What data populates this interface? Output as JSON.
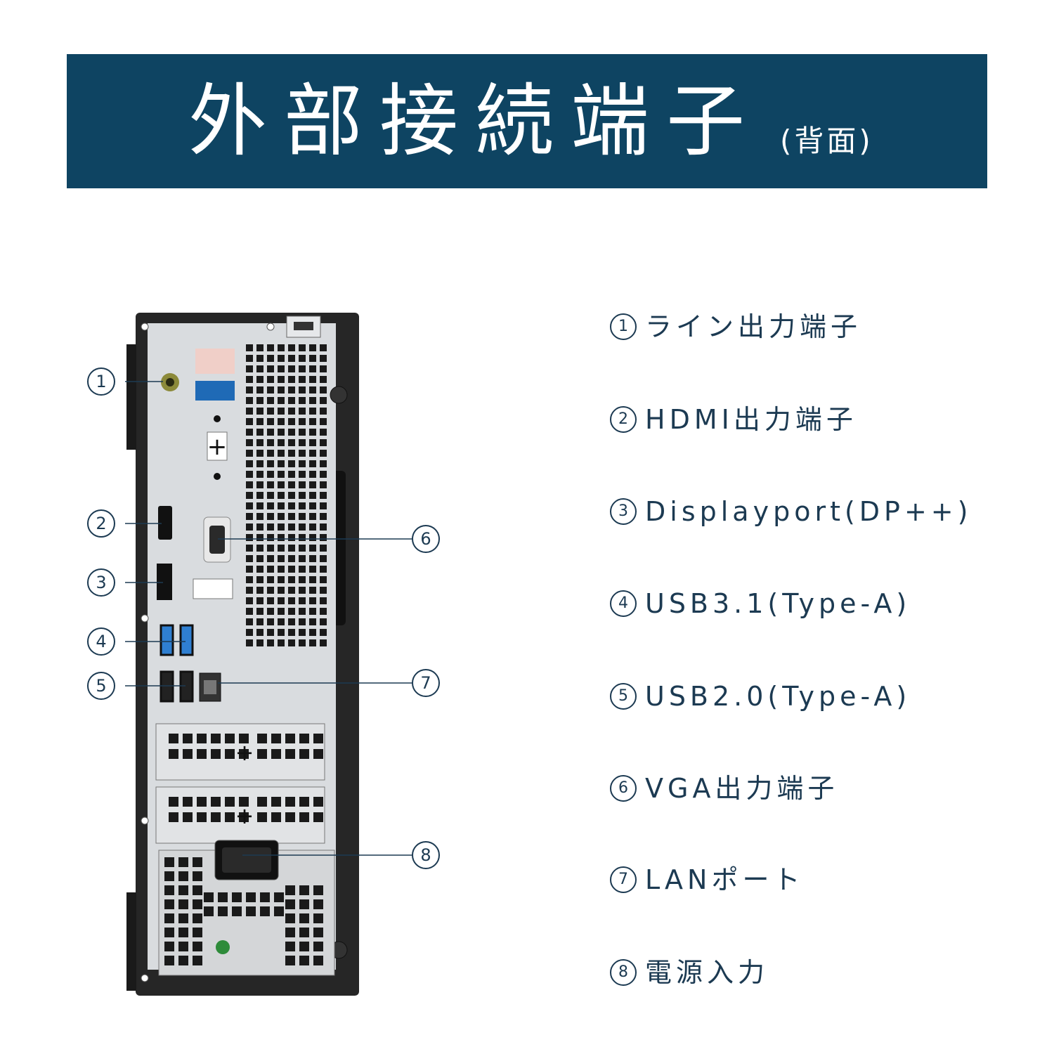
{
  "header": {
    "title": "外部接続端子",
    "subtitle": "(背面)"
  },
  "callouts": [
    "1",
    "2",
    "3",
    "4",
    "5",
    "6",
    "7",
    "8"
  ],
  "legend": [
    {
      "num": "1",
      "label": "ライン出力端子"
    },
    {
      "num": "2",
      "label": "HDMI出力端子"
    },
    {
      "num": "3",
      "label": "Displayport(DP++)"
    },
    {
      "num": "4",
      "label": "USB3.1(Type-A)"
    },
    {
      "num": "5",
      "label": "USB2.0(Type-A)"
    },
    {
      "num": "6",
      "label": "VGA出力端子"
    },
    {
      "num": "7",
      "label": "LANポート"
    },
    {
      "num": "8",
      "label": "電源入力"
    }
  ],
  "colors": {
    "banner": "#0e4462",
    "text": "#1c3a52",
    "case": "#2a2a2a",
    "panel": "#d9dcdf",
    "usb3_blue": "#2f7fd1",
    "power_led": "#2e8b3a"
  }
}
